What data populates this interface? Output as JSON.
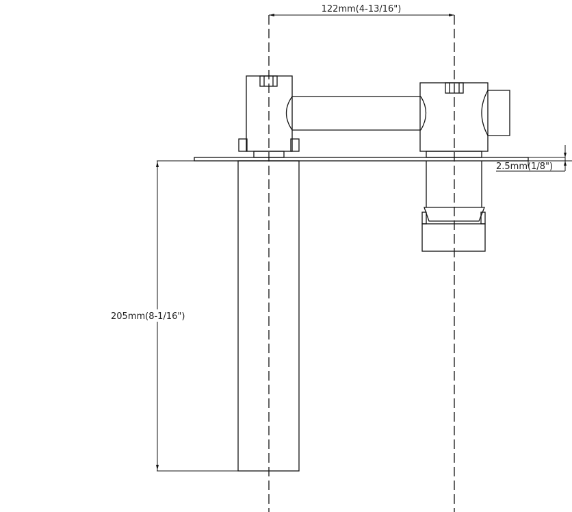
{
  "drawing": {
    "dimensions": {
      "spacing": "122mm(4-13/16\")",
      "depth": "205mm(8-1/16\")",
      "plate_thickness": "2.5mm(1/8\")"
    }
  }
}
